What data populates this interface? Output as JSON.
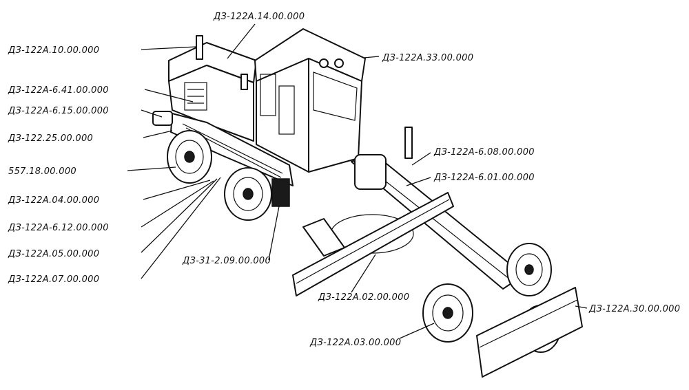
{
  "labels": {
    "l10": "ДЗ-122А.10.00.000",
    "l14": "ДЗ-122А.14.00.000",
    "l33": "ДЗ-122А.33.00.000",
    "l641": "ДЗ-122А-6.41.00.000",
    "l615": "ДЗ-122А-6.15.00.000",
    "l25": "ДЗ-122.25.00.000",
    "l557": "557.18.00.000",
    "l04": "ДЗ-122А.04.00.000",
    "l612": "ДЗ-122А-6.12.00.000",
    "l05": "ДЗ-122А.05.00.000",
    "l07": "ДЗ-122А.07.00.000",
    "l608": "ДЗ-122А-6.08.00.000",
    "l601": "ДЗ-122А-6.01.00.000",
    "l31": "ДЗ-31-2.09.00.000",
    "l02": "ДЗ-122А.02.00.000",
    "l03": "ДЗ-122А.03.00.000",
    "l30": "ДЗ-122А.30.00.000"
  }
}
